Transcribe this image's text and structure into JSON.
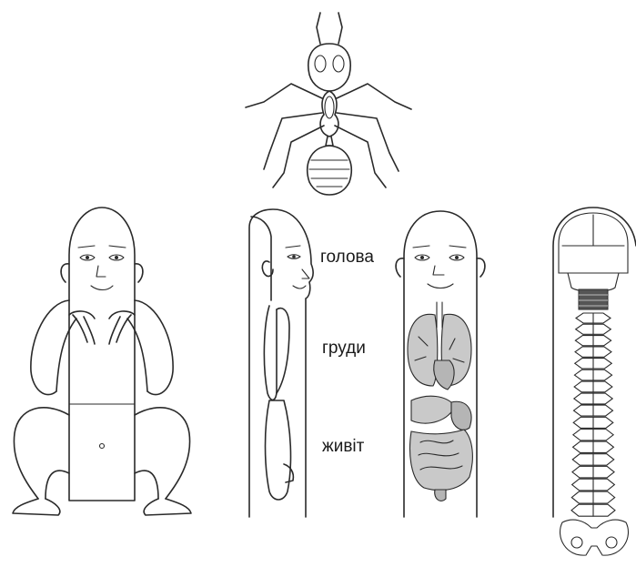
{
  "labels": {
    "head": "голова",
    "chest": "груди",
    "belly": "живіт"
  },
  "figures": [
    {
      "name": "ant",
      "icon": "ant-icon"
    },
    {
      "name": "sitting-person",
      "icon": "sitting-person-icon"
    },
    {
      "name": "side-profile",
      "icon": "side-profile-icon"
    },
    {
      "name": "internal-organs",
      "icon": "internal-organs-icon"
    },
    {
      "name": "skeleton-spine",
      "icon": "skeleton-spine-icon"
    }
  ],
  "colors": {
    "line": "#2a2a2a",
    "organ_fill": "#c9c9c9",
    "background": "#ffffff"
  }
}
